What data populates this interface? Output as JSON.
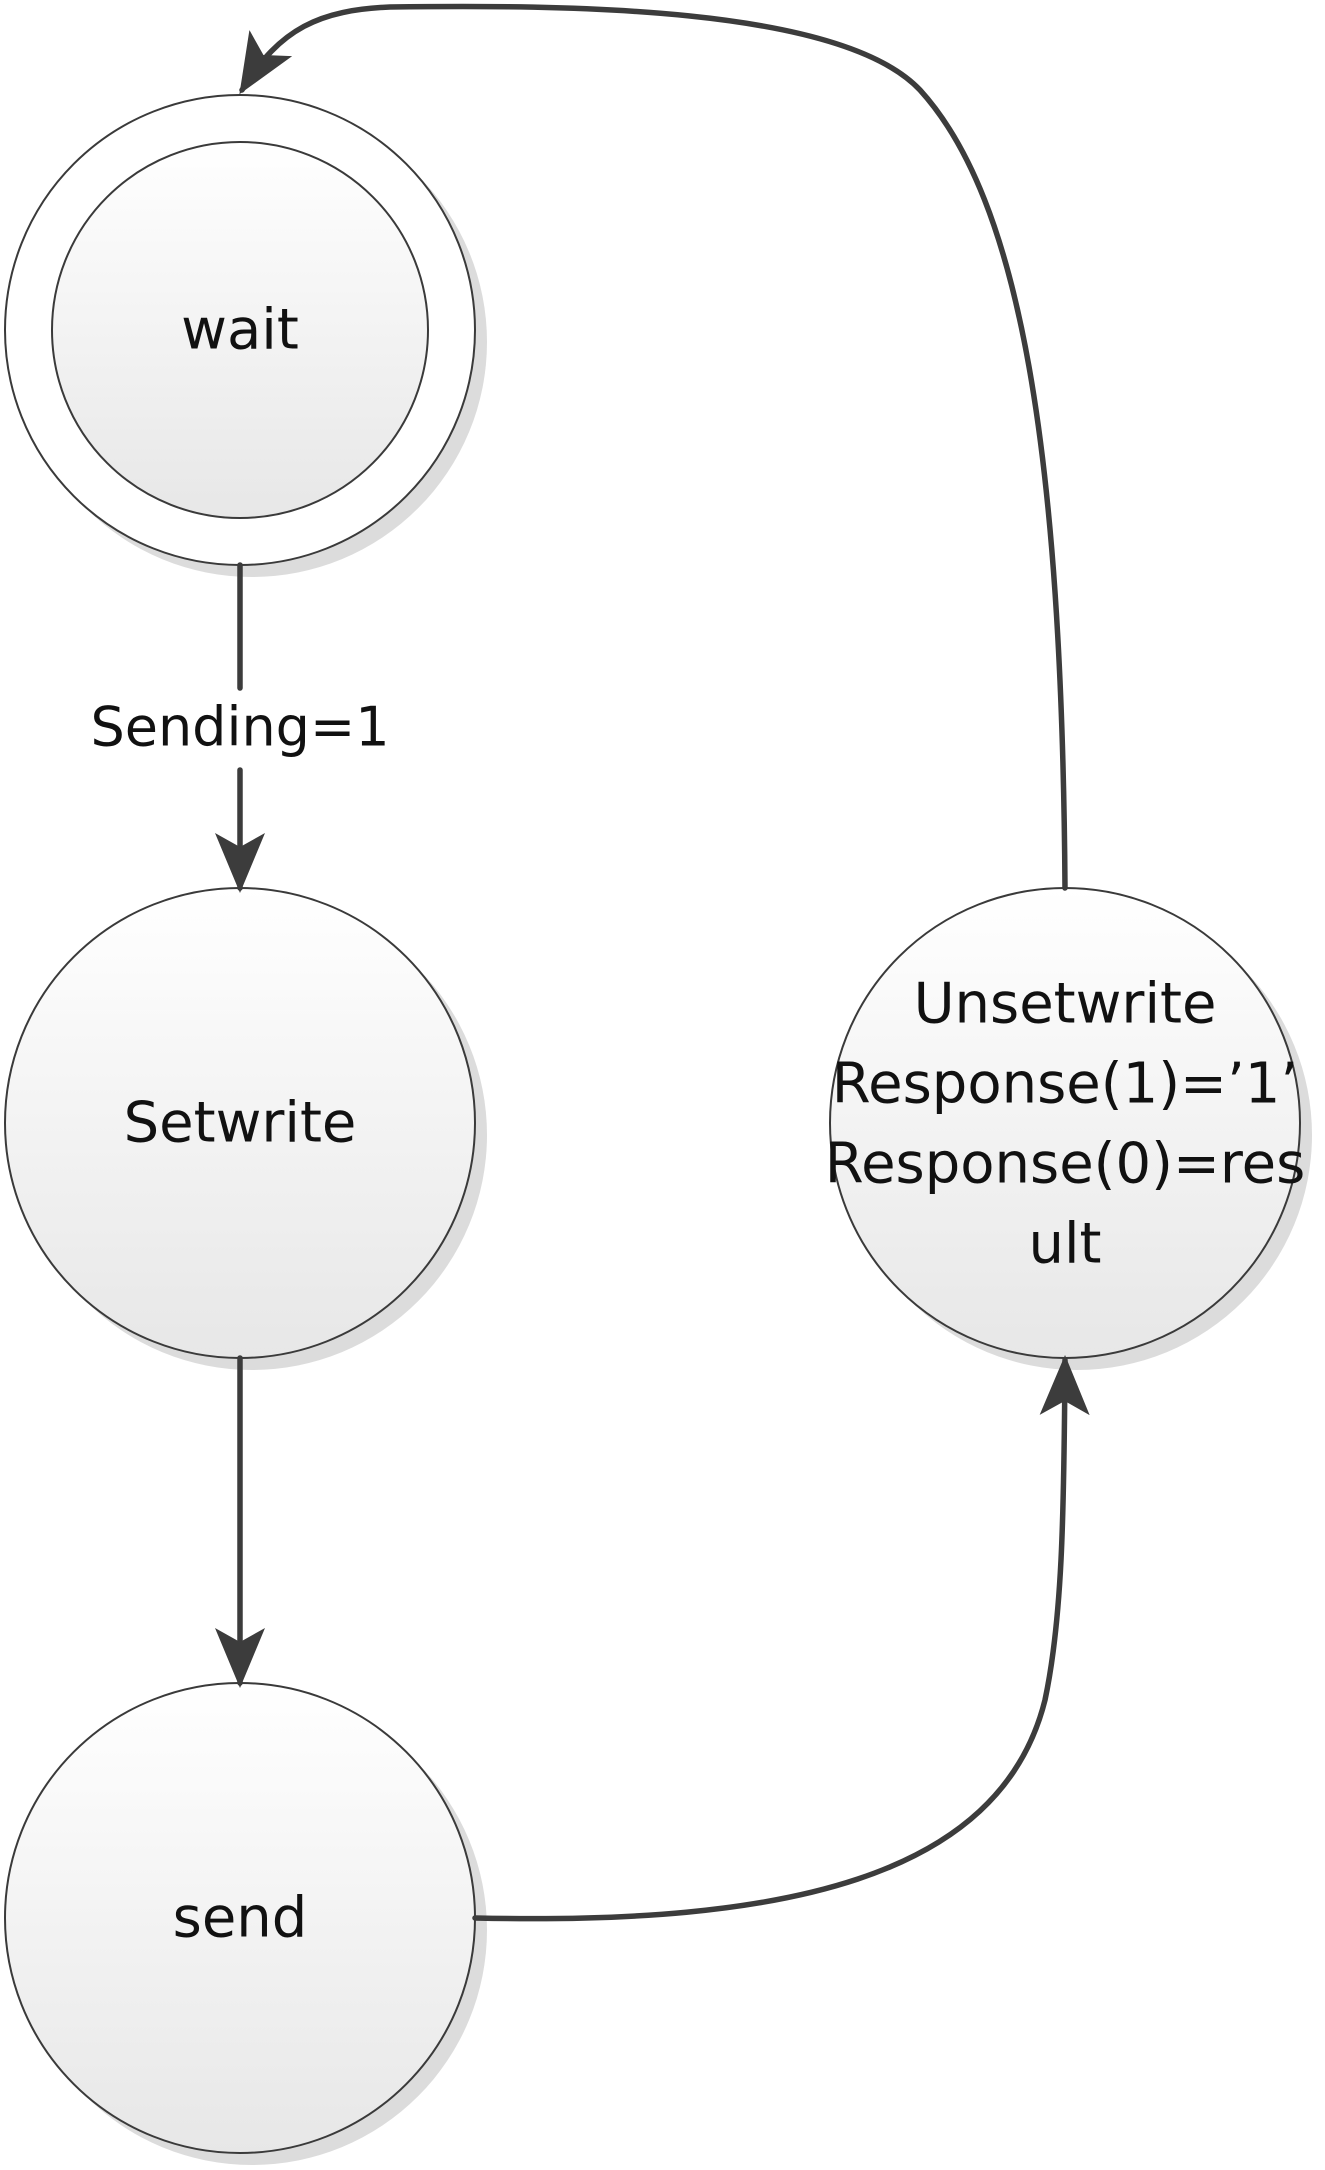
{
  "states": {
    "wait": {
      "label": "wait"
    },
    "setwrite": {
      "label": "Setwrite"
    },
    "send": {
      "label": "send"
    },
    "unsetwrite": {
      "lines": [
        "Unsetwrite",
        "Response(1)=’1’",
        "Response(0)=res",
        "ult"
      ]
    }
  },
  "transitions": {
    "wait_to_setwrite": {
      "label": "Sending=1"
    }
  },
  "colors": {
    "stroke": "#3a3a3a",
    "arrow": "#3c3c3c",
    "fill_top": "#ffffff",
    "fill_bottom": "#e6e6e6",
    "shadow": "#dadada"
  }
}
